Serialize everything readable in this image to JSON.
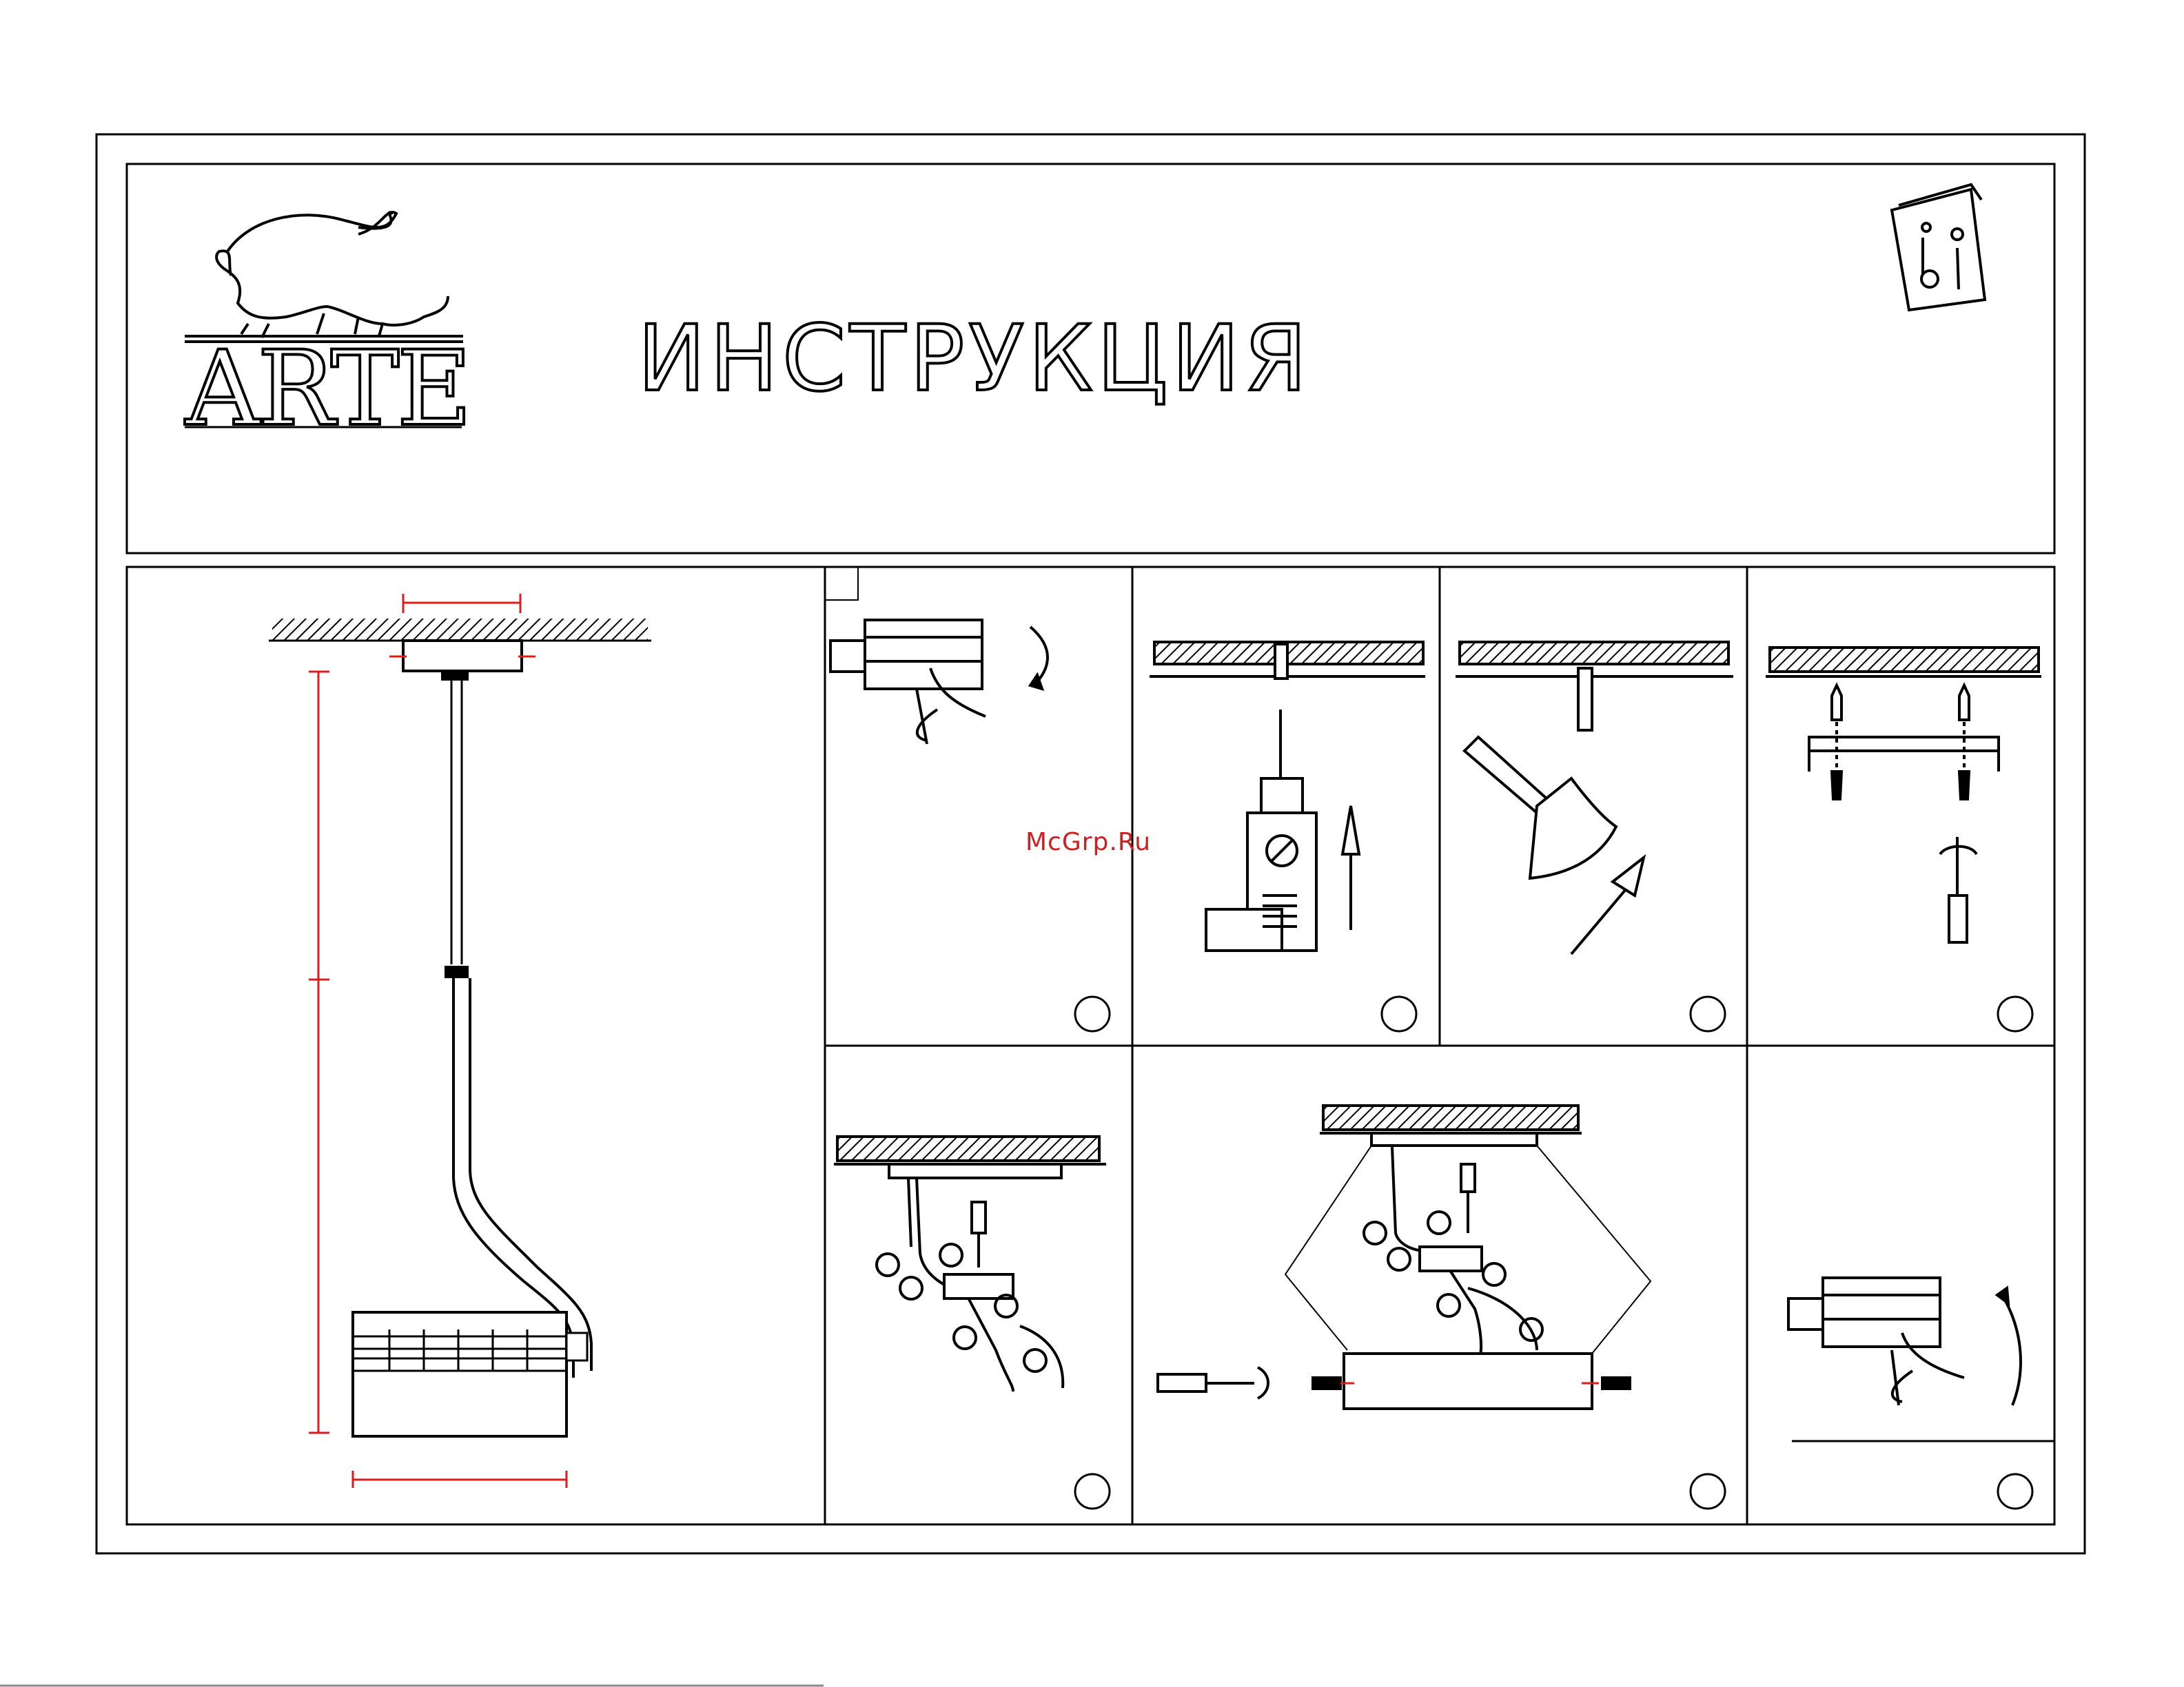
{
  "header": {
    "brand_name": "ARTE",
    "title": "ИНСТРУКЦИЯ",
    "info_icon": "manual-info-icon"
  },
  "watermark": "McGrp.Ru",
  "colors": {
    "line": "#000000",
    "dimension": "#e01b1b",
    "watermark": "#cc1f1f"
  },
  "steps": {
    "count": 8,
    "icons": [
      "breaker-off-icon",
      "drill-icon",
      "hammer-icon",
      "screwdriver-icon",
      "wiring-icon",
      "mounting-icon",
      "breaker-on-icon"
    ]
  }
}
